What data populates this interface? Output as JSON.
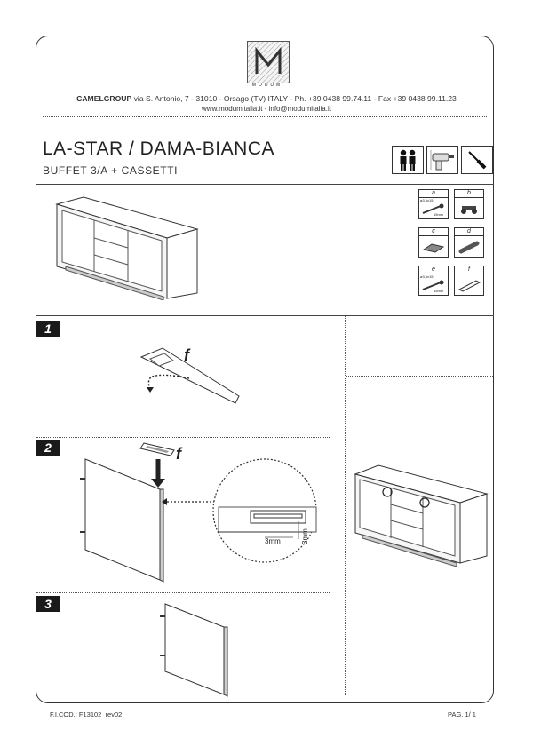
{
  "header": {
    "logo_text": "MODUM",
    "company_name": "CAMELGROUP",
    "company_address": " via S. Antonio, 7 - 31010 - Orsago (TV) ITALY - Ph. +39 0438 99.74.11 - Fax +39 0438 99.11.23",
    "web": "www.modumitalia.it - info@modumitalia.it"
  },
  "product": {
    "title": "LA-STAR / DAMA-BIANCA",
    "subtitle": "BUFFET 3/A + CASSETTI"
  },
  "header_icons": [
    "two-people-icon",
    "power-drill-icon",
    "screwdriver-icon"
  ],
  "parts": [
    {
      "label": "a",
      "spec": "ø3,5x15",
      "dim": "15mm",
      "icon": "screw-icon"
    },
    {
      "label": "b",
      "spec": "",
      "dim": "",
      "icon": "hinge-plate-icon"
    },
    {
      "label": "c",
      "spec": "",
      "dim": "",
      "icon": "bracket-icon"
    },
    {
      "label": "d",
      "spec": "",
      "dim": "",
      "icon": "dowel-icon"
    },
    {
      "label": "e",
      "spec": "ø3,5x15",
      "dim": "15mm",
      "icon": "screw-icon"
    },
    {
      "label": "f",
      "spec": "",
      "dim": "",
      "icon": "insert-strip-icon"
    }
  ],
  "steps": [
    {
      "number": "1",
      "part_label": "f"
    },
    {
      "number": "2",
      "part_label": "f",
      "dim_h": "3mm",
      "dim_v": "3mm"
    },
    {
      "number": "3"
    }
  ],
  "footer": {
    "code": "F.I.COD.: F13102_rev02",
    "page": "PAG. 1/ 1"
  }
}
